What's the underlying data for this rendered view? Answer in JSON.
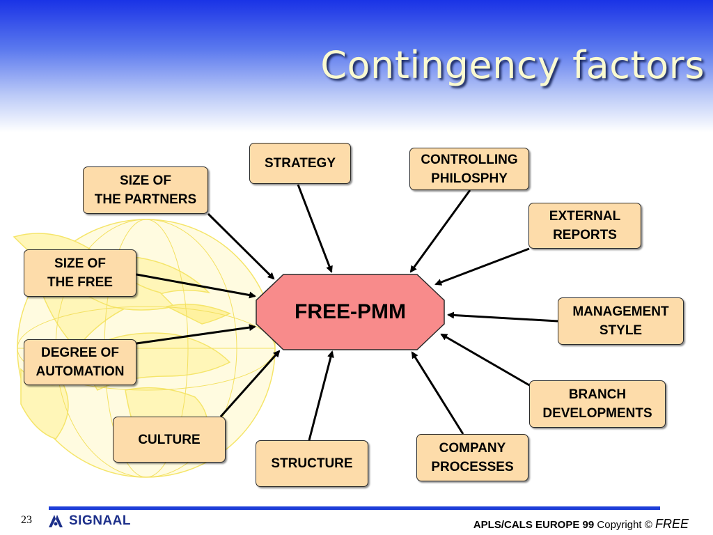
{
  "slide": {
    "title": "Contingency factors",
    "page_number": "23"
  },
  "diagram": {
    "center": "FREE-PMM",
    "factors": [
      {
        "id": "strategy",
        "label": "STRATEGY"
      },
      {
        "id": "controlling-philosophy",
        "label": "CONTROLLING\nPHILOSPHY"
      },
      {
        "id": "size-of-partners",
        "label": "SIZE OF\nTHE PARTNERS"
      },
      {
        "id": "external-reports",
        "label": "EXTERNAL\nREPORTS"
      },
      {
        "id": "size-of-free",
        "label": "SIZE OF\nTHE FREE"
      },
      {
        "id": "management-style",
        "label": "MANAGEMENT\nSTYLE"
      },
      {
        "id": "degree-of-automation",
        "label": "DEGREE OF\nAUTOMATION"
      },
      {
        "id": "branch-developments",
        "label": "BRANCH\nDEVELOPMENTS"
      },
      {
        "id": "culture",
        "label": "CULTURE"
      },
      {
        "id": "structure",
        "label": "STRUCTURE"
      },
      {
        "id": "company-processes",
        "label": "COMPANY\nPROCESSES"
      }
    ]
  },
  "footer": {
    "logo_text": "SIGNAAL",
    "conference": "APLS/CALS EUROPE 99",
    "copyright": "Copyright ©",
    "brand": "FREE"
  },
  "colors": {
    "node_fill": "#fddcaa",
    "center_fill": "#f88b8b",
    "footer_line": "#1e3ed8",
    "watermark": "#fff2a0"
  },
  "icons": {
    "logo": "signaal-logo-icon",
    "watermark": "dove-globe-icon"
  }
}
